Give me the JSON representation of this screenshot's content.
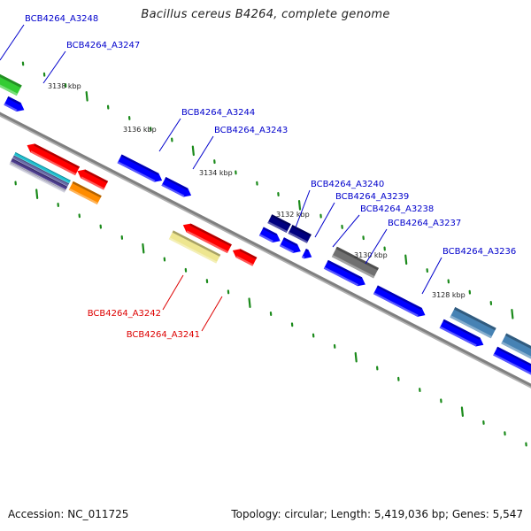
{
  "title": "Bacillus cereus B4264, complete genome",
  "footer": {
    "accession": "Accession: NC_011725",
    "summary": "Topology: circular; Length: 5,419,036 bp; Genes: 5,547"
  },
  "colors": {
    "backbone": "#808080",
    "tick": "#1a8a1a",
    "label_forward": "#0000cc",
    "label_reverse": "#dd0000"
  },
  "ticks": [
    {
      "label": "3138 kbp"
    },
    {
      "label": "3136 kbp"
    },
    {
      "label": "3134 kbp"
    },
    {
      "label": "3132 kbp"
    },
    {
      "label": "3130 kbp"
    },
    {
      "label": "3128 kbp"
    }
  ],
  "gene_labels": [
    {
      "name": "BCB4264_A3248",
      "strand": "forward"
    },
    {
      "name": "BCB4264_A3247",
      "strand": "forward"
    },
    {
      "name": "BCB4264_A3244",
      "strand": "forward"
    },
    {
      "name": "BCB4264_A3243",
      "strand": "forward"
    },
    {
      "name": "BCB4264_A3240",
      "strand": "forward"
    },
    {
      "name": "BCB4264_A3239",
      "strand": "forward"
    },
    {
      "name": "BCB4264_A3238",
      "strand": "forward"
    },
    {
      "name": "BCB4264_A3237",
      "strand": "forward"
    },
    {
      "name": "BCB4264_A3236",
      "strand": "forward"
    },
    {
      "name": "BCB4264_A3242",
      "strand": "reverse"
    },
    {
      "name": "BCB4264_A3241",
      "strand": "reverse"
    }
  ],
  "features": [
    {
      "id": "green-cds",
      "color": "#33cc33"
    },
    {
      "id": "blue-cds",
      "color": "#0000ff"
    },
    {
      "id": "navy-cds",
      "color": "#000080"
    },
    {
      "id": "gray-cds",
      "color": "#707070"
    },
    {
      "id": "steelblue-cds",
      "color": "#4682b4"
    },
    {
      "id": "red-cds",
      "color": "#ff0000"
    },
    {
      "id": "khaki-cds",
      "color": "#eee690"
    },
    {
      "id": "orange-cds",
      "color": "#ff8c00"
    },
    {
      "id": "cyan-track",
      "color": "#20c0d0"
    },
    {
      "id": "slate-track",
      "color": "#6a6aa8"
    },
    {
      "id": "purple-track",
      "color": "#4a3a8a"
    }
  ]
}
